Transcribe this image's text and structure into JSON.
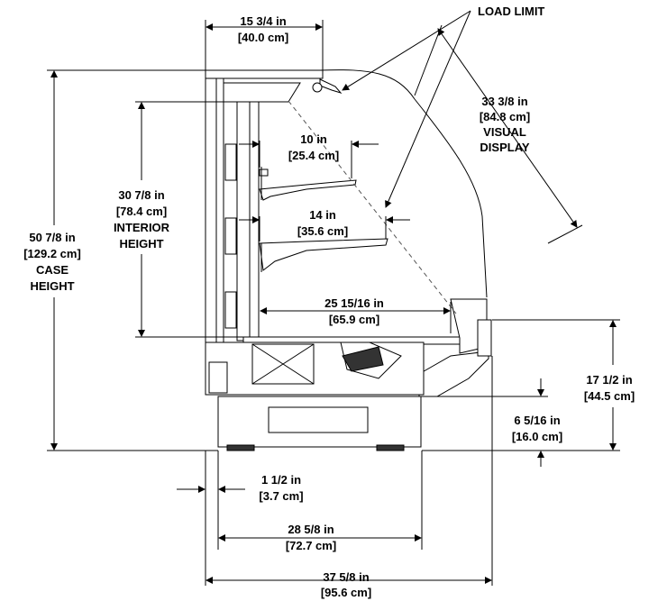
{
  "labels": {
    "top_width": [
      "15 3/4 in",
      "[40.0 cm]"
    ],
    "load_limit": "LOAD LIMIT",
    "visual_display": [
      "33 3/8 in",
      "[84.8 cm]",
      "VISUAL",
      "DISPLAY"
    ],
    "shelf_upper": [
      "10 in",
      "[25.4 cm]"
    ],
    "shelf_lower": [
      "14 in",
      "[35.6 cm]"
    ],
    "deck_depth": [
      "25 15/16 in",
      "[65.9 cm]"
    ],
    "interior_height": [
      "30 7/8 in",
      "[78.4 cm]",
      "INTERIOR",
      "HEIGHT"
    ],
    "case_height": [
      "50 7/8 in",
      "[129.2 cm]",
      "CASE",
      "HEIGHT"
    ],
    "front_height": [
      "17 1/2 in",
      "[44.5 cm]"
    ],
    "kick_height": [
      "6 5/16 in",
      "[16.0 cm]"
    ],
    "rear_offset": [
      "1 1/2 in",
      "[3.7 cm]"
    ],
    "base_width": [
      "28 5/8 in",
      "[72.7 cm]"
    ],
    "overall_depth": [
      "37 5/8 in",
      "[95.6 cm]"
    ]
  }
}
